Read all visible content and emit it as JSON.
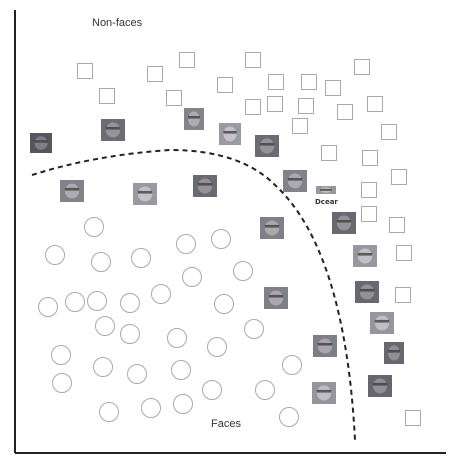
{
  "labels": {
    "top": "Non-faces",
    "bottom": "Faces",
    "patch_text": "Dcear"
  },
  "colors": {
    "axis": "#222222",
    "outline": "#aaaaaa",
    "boundary": "#222222"
  },
  "icons": {
    "nonface_marker": "square-outline-icon",
    "face_marker": "circle-outline-icon",
    "sample_image": "face-thumbnail-icon"
  }
}
